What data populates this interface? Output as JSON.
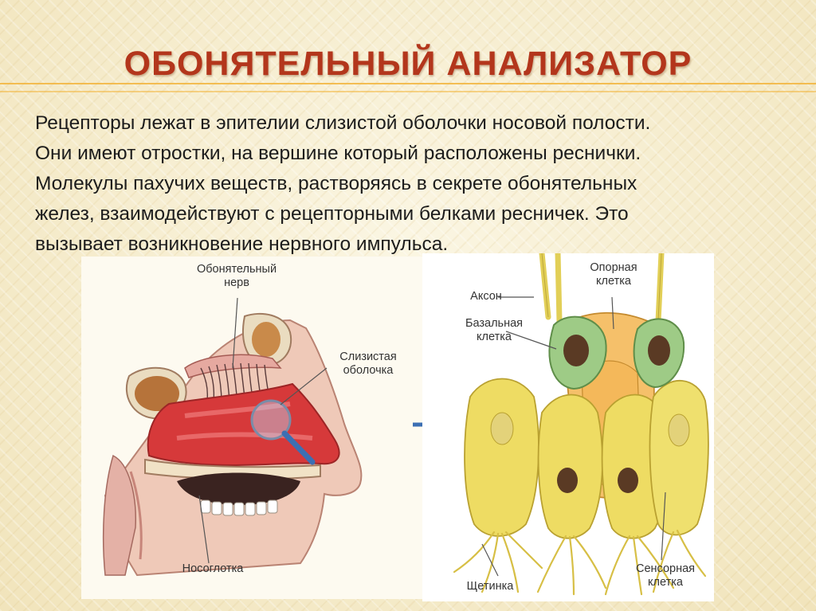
{
  "slide": {
    "title": "ОБОНЯТЕЛЬНЫЙ АНАЛИЗАТОР",
    "paragraph_lines": [
      "Рецепторы лежат в эпителии слизистой оболочки носовой полости.",
      "Они имеют отростки, на вершине который расположены реснички.",
      "Молекулы пахучих веществ, растворяясь в секрете обонятельных",
      "желез, взаимодействуют с рецепторными белками ресничек. Это",
      "вызывает возникновение нервного импульса."
    ]
  },
  "nose_diagram": {
    "label_olfactory_nerve": [
      "Обонятельный",
      "нерв"
    ],
    "label_mucosa": [
      "Слизистая",
      "оболочка"
    ],
    "label_nasopharynx": "Носоглотка"
  },
  "cells_diagram": {
    "label_axon": "Аксон",
    "label_support_cell": [
      "Опорная",
      "клетка"
    ],
    "label_basal_cell": [
      "Базальная",
      "клетка"
    ],
    "label_bristle": "Щетинка",
    "label_sensory_cell": [
      "Сенсорная",
      "клетка"
    ]
  },
  "colors": {
    "title": "#b3361c",
    "accent_line": "#f2b43b",
    "mucosa_red": "#d6393a",
    "cell_yellow": "#eedc63",
    "cell_green": "#9ecb86",
    "arrow_blue": "#3c6fb3"
  }
}
